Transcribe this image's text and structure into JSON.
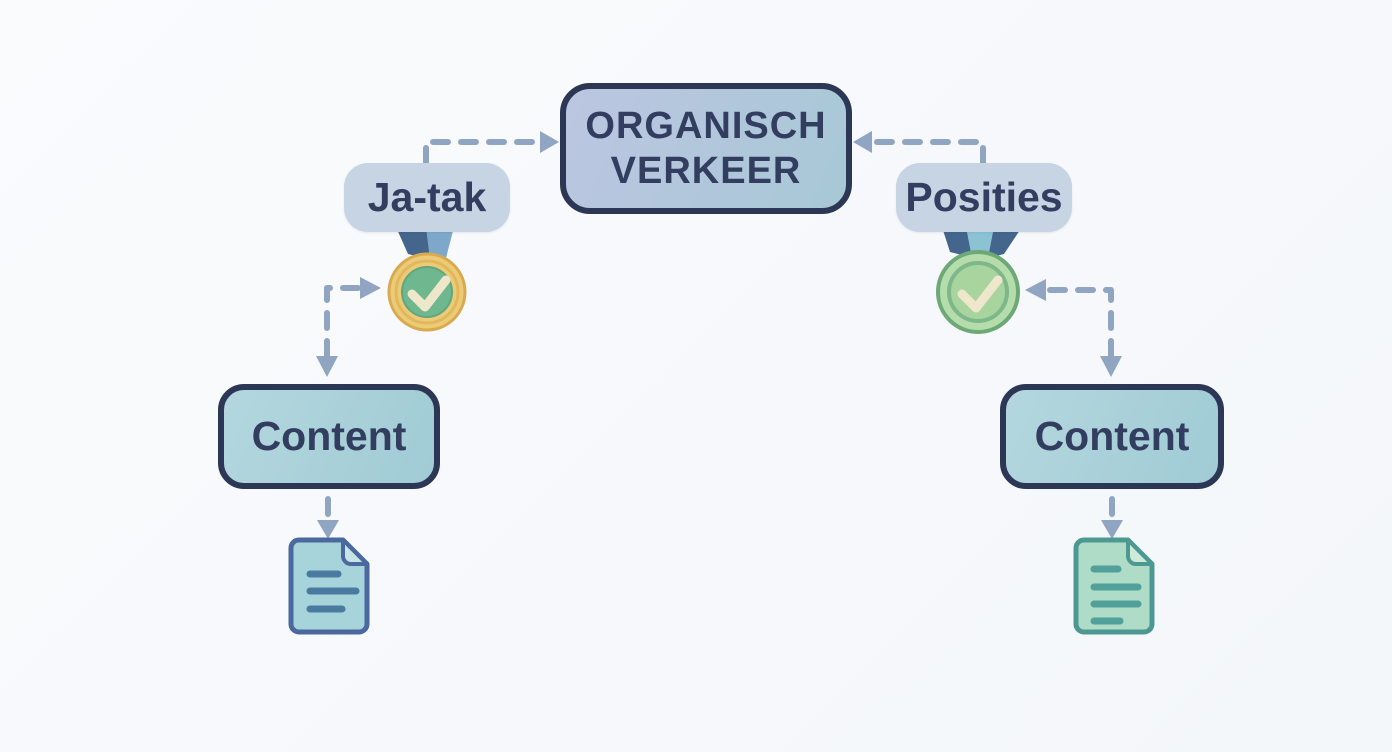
{
  "colors": {
    "navy": "#2c3755",
    "textNavy": "#323d5f",
    "boxFillA": "#bcc6e1",
    "boxFillB": "#a7c8d6",
    "pillFill": "#c7d4e3",
    "contentFillA": "#b4d7de",
    "contentFillB": "#a0cbd5",
    "arrow": "#8fa5c2",
    "goldOuter": "#eccb76",
    "goldEdge": "#d9aa50",
    "goldRing": "#e2b75e",
    "medalGreen": "#6fb78e",
    "medalGreenEdge": "#61a67f",
    "greenOuter": "#b5dcab",
    "greenEdge": "#6da877",
    "greenInner": "#a8d59e",
    "greenRingEdge": "#7eb789",
    "checkCream": "#eee7cc",
    "ribbonDark": "#44658c",
    "ribbonLight": "#7ea8ca",
    "ribbonTeal": "#8cc3d4",
    "docLeftFill": "#a7d4da",
    "docLeftEdge": "#4a699e",
    "docLeftFold": "#c6e6e6",
    "docLeftLine": "#4b7aa0",
    "docRightFill": "#afdcc6",
    "docRightEdge": "#4e9894",
    "docRightFold": "#ceead9",
    "docRightLine": "#52a09a"
  },
  "diagram": {
    "center_box": {
      "label": "ORGANISCH VERKEER"
    },
    "left_badge": {
      "label": "Ja-tak",
      "icon": "gold-medal-check-icon"
    },
    "right_badge": {
      "label": "Posities",
      "icon": "green-medal-check-icon"
    },
    "left_branch": {
      "content_label": "Content",
      "icon": "document-icon"
    },
    "right_branch": {
      "content_label": "Content",
      "icon": "document-icon"
    }
  }
}
